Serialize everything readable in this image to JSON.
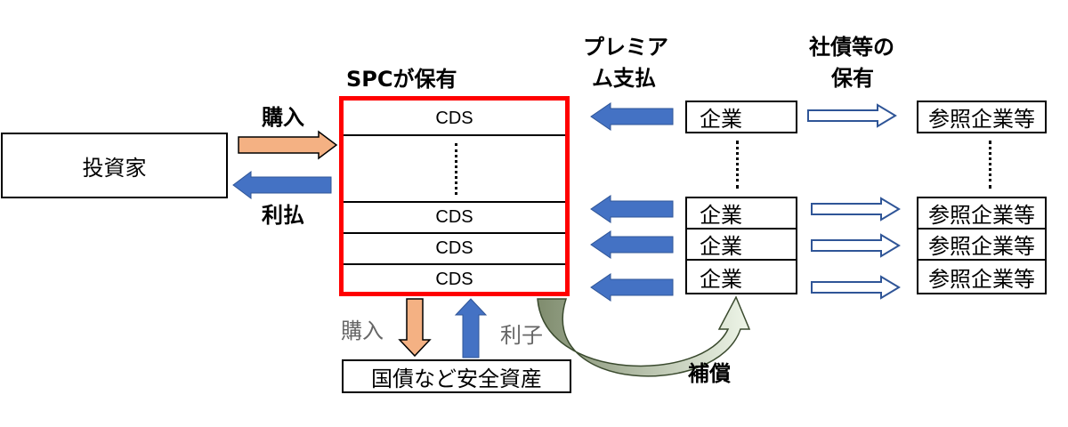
{
  "investor": {
    "label": "投資家"
  },
  "spc": {
    "title": "SPCが保有",
    "cells": [
      "CDS",
      "CDS",
      "CDS",
      "CDS"
    ]
  },
  "flows": {
    "buy_label": "購入",
    "return_label": "利払",
    "premium_label_line1": "プレミア",
    "premium_label_line2": "ム支払",
    "bonds_label_line1": "社債等の",
    "bonds_label_line2": "保有",
    "safe_buy_label": "購入",
    "interest_label": "利子",
    "compensation_label": "補償"
  },
  "companies": [
    "企業",
    "企業",
    "企業",
    "企業"
  ],
  "reference_entities": [
    "参照企業等",
    "参照企業等",
    "参照企業等",
    "参照企業等"
  ],
  "safe_assets": {
    "label": "国債など安全資産"
  },
  "colors": {
    "spc_border": "#ff0000",
    "buy_arrow_fill": "#f4b183",
    "blue_arrow_fill": "#4472c4",
    "bond_arrow_outline": "#2f5597",
    "comp_arrow_dark": "#7f8c6e",
    "comp_arrow_light": "#e2efd9"
  }
}
